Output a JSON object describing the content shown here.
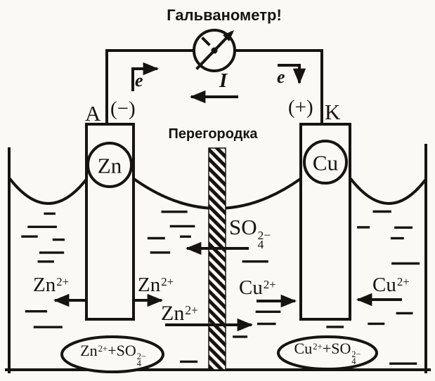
{
  "title": "Гальванометр!",
  "labels": {
    "partition": "Перегородка",
    "anode_letter": "A",
    "anode_sign": "(−)",
    "cathode_sign": "(+)",
    "cathode_letter": "K",
    "electron_left": "e",
    "electron_right": "e",
    "current": "I",
    "zn_electrode": "Zn",
    "cu_electrode": "Cu"
  },
  "ions": {
    "so4_mid": {
      "base": "SO",
      "sup": "2−",
      "sub": "4"
    },
    "zn_left": {
      "base": "Zn",
      "sup": "2+"
    },
    "zn_right": {
      "base": "Zn",
      "sup": "2+"
    },
    "zn_center": {
      "base": "Zn",
      "sup": "2+"
    },
    "cu_mid": {
      "base": "Cu",
      "sup": "2+"
    },
    "cu_right": {
      "base": "Cu",
      "sup": "2+"
    }
  },
  "solutions": {
    "left": {
      "p1": "Zn",
      "s1": "2+",
      "p2": "+SO",
      "sup": "2−",
      "sub": "4"
    },
    "right": {
      "p1": "Cu",
      "s1": "2+",
      "p2": "+SO",
      "sup": "2−",
      "sub": "4"
    }
  },
  "colors": {
    "ink": "#17140f",
    "paper": "#faf9f5"
  }
}
